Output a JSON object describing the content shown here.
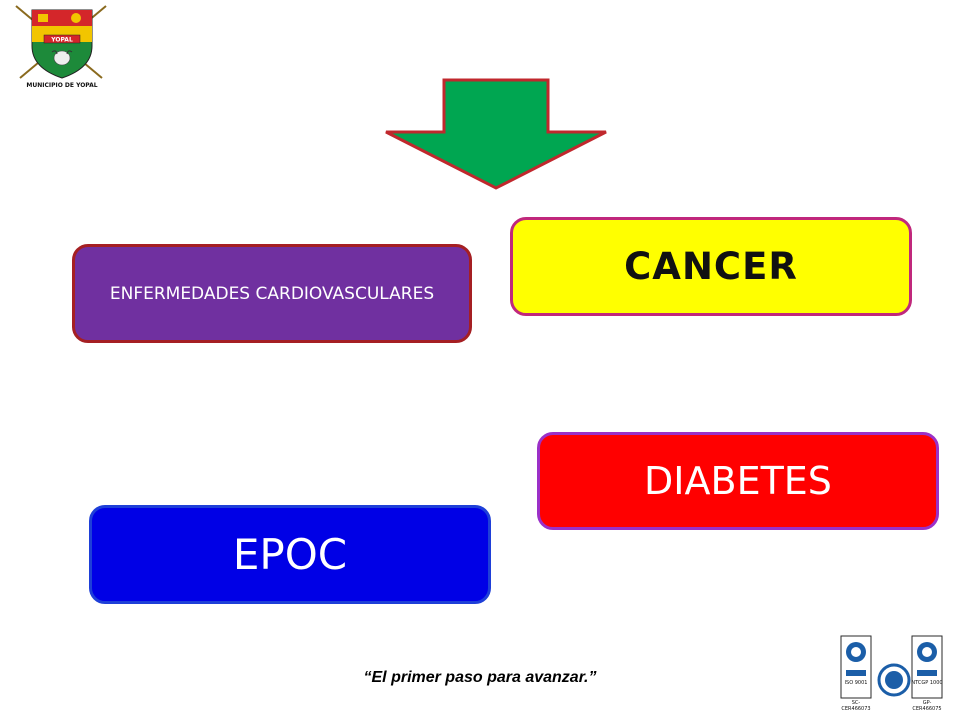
{
  "header": {
    "logo_caption": "MUNICIPIO DE YOPAL",
    "logo_banner": "YOPAL"
  },
  "diagram": {
    "boxes": {
      "cardio": "ENFERMEDADES CARDIOVASCULARES",
      "cancer": "CANCER",
      "diabetes": "DIABETES",
      "epoc": "EPOC"
    }
  },
  "footer": {
    "slogan": "“El primer paso para avanzar.”"
  },
  "certifications": {
    "left_code": "SC-CER466073",
    "right_code": "GP-CER466075",
    "left_label": "ISO 9001",
    "right_label": "NTCGP 1000"
  },
  "colors": {
    "arrow_fill": "#00a651",
    "arrow_stroke": "#c0282d",
    "cardio": "#7030a0",
    "cancer": "#ffff00",
    "diabetes": "#ff0000",
    "epoc": "#0000e6"
  }
}
